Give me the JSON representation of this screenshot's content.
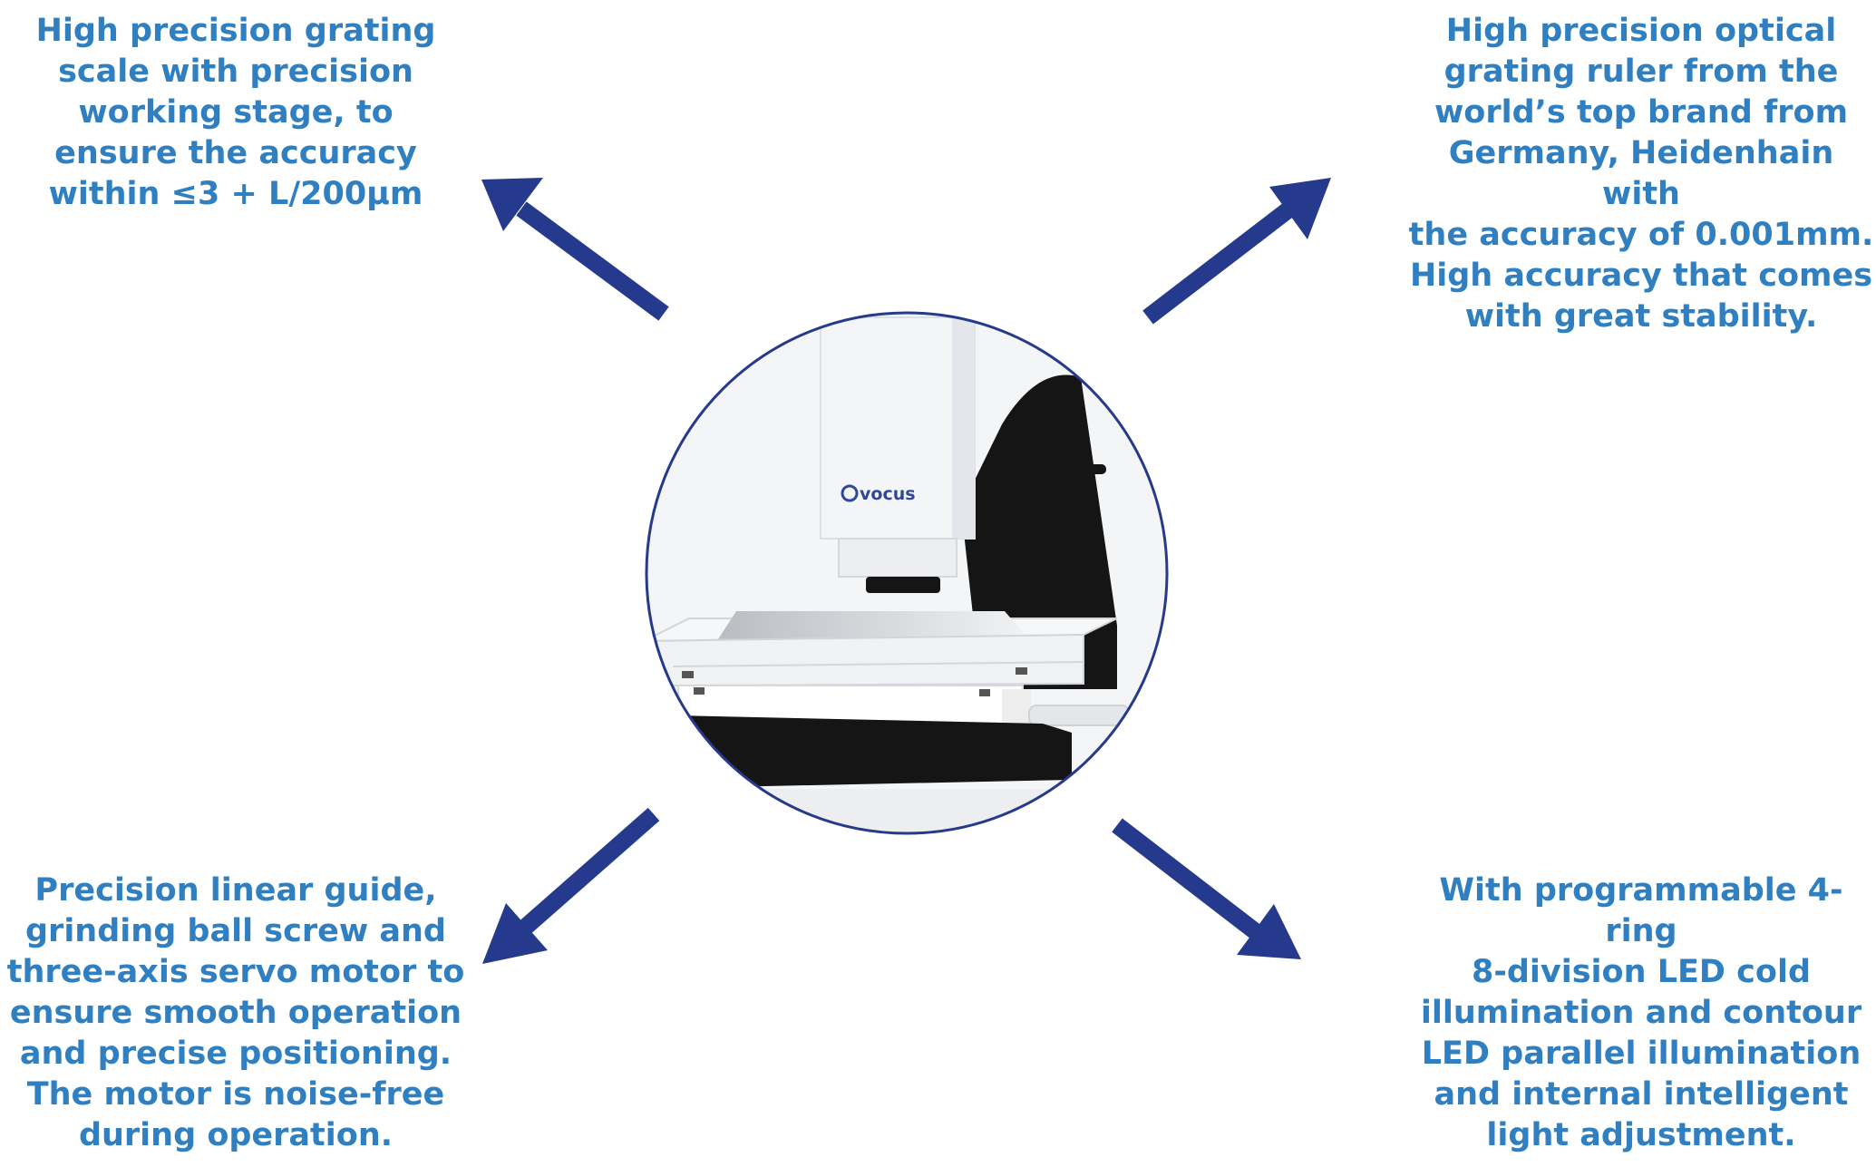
{
  "colors": {
    "text_blue": "#2f7fc1",
    "arrow_navy": "#253a8c",
    "ring_navy": "#253a8c",
    "machine_black": "#151515",
    "machine_white": "#f4f5f7",
    "logo_blue": "#2e4799"
  },
  "callouts": {
    "top_left": "High precision grating\nscale with precision\nworking stage, to\nensure the accuracy\nwithin ≤3 + L/200μm",
    "top_right": "High precision optical\ngrating ruler from the\nworld’s top brand from\nGermany, Heidenhain with\nthe accuracy of 0.001mm.\nHigh accuracy that comes\nwith great stability.",
    "bottom_left": "Precision linear guide,\ngrinding ball screw and\nthree-axis servo motor to\nensure smooth operation\nand precise positioning.\nThe motor is noise-free\nduring operation.",
    "bottom_right": "With programmable 4-ring\n8-division LED cold\nillumination and contour\nLED parallel illumination\nand internal intelligent\nlight adjustment."
  },
  "machine": {
    "logo_text": "vocus"
  },
  "icons": {
    "arrow_top_left": "arrow-up-left-icon",
    "arrow_top_right": "arrow-up-right-icon",
    "arrow_bottom_left": "arrow-down-left-icon",
    "arrow_bottom_right": "arrow-down-right-icon",
    "logo_mark": "vocus-logo-icon"
  }
}
